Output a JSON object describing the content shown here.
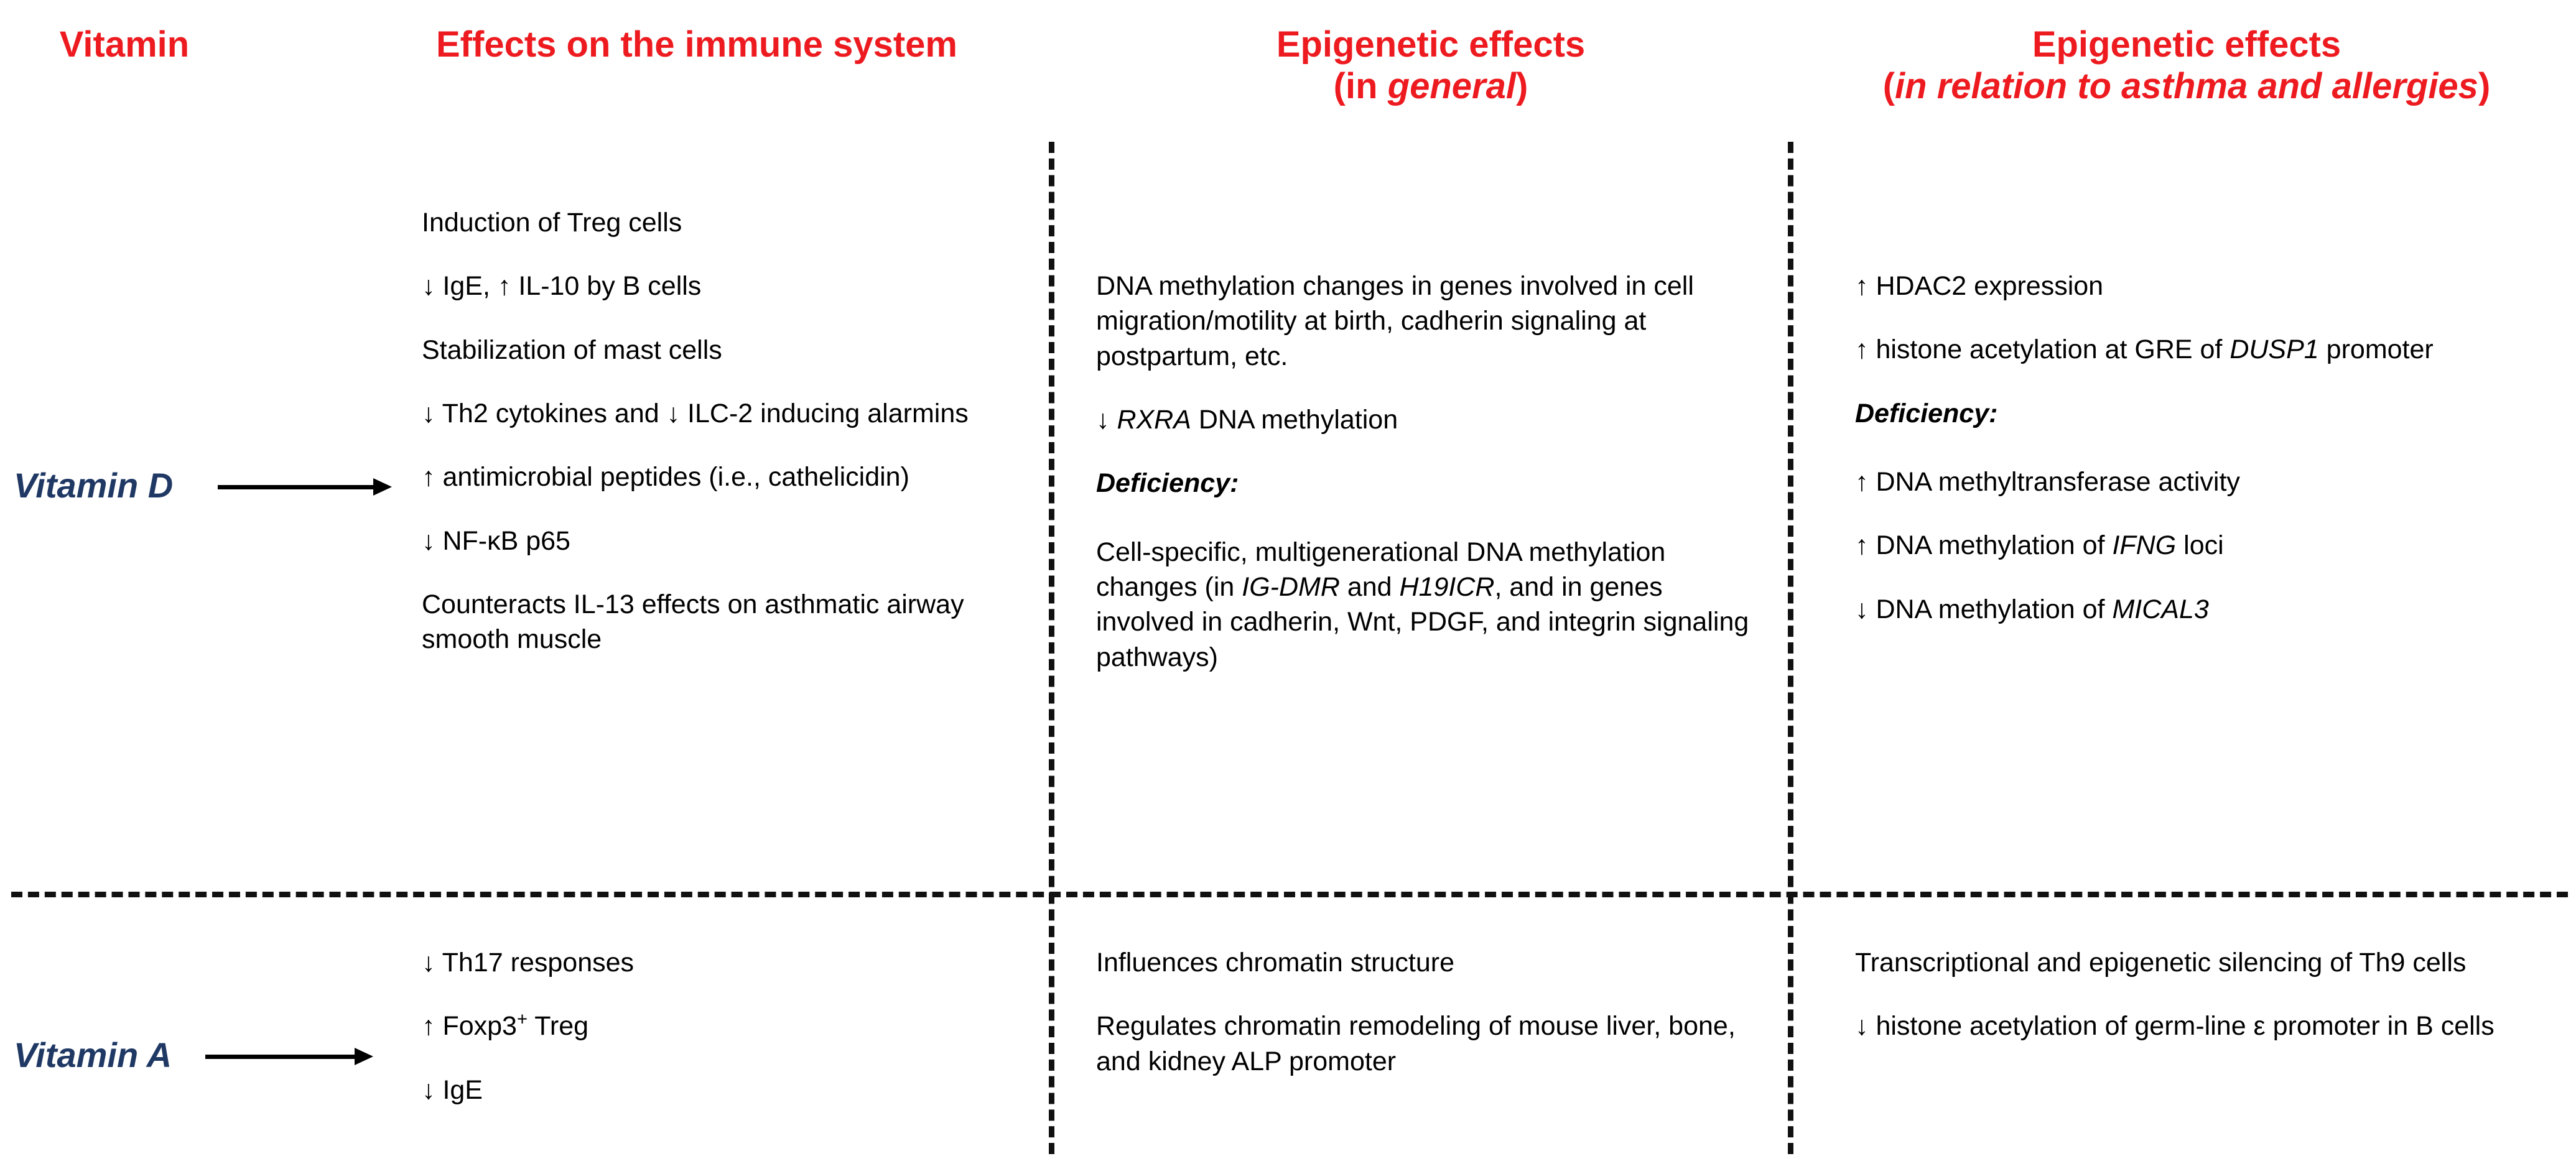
{
  "headers": {
    "col1": "Vitamin",
    "col2": "Effects on the immune system",
    "col3_line1": "Epigenetic effects",
    "col3_line2_pre": "(in ",
    "col3_line2_em": "general",
    "col3_line2_post": ")",
    "col4_line1": "Epigenetic effects",
    "col4_line2_pre": "(",
    "col4_line2_em": "in relation to asthma and allergies",
    "col4_line2_post": ")"
  },
  "colors": {
    "header_red": "#ED1B20",
    "vitamin_navy": "#1F3864",
    "divider_black": "#111111",
    "text_black": "#000000"
  },
  "rows": [
    {
      "vitamin": "Vitamin D",
      "arrow": "right-arrow",
      "immune_effects": [
        "Induction of Treg cells",
        "↓ IgE, ↑ IL-10 by B cells",
        "Stabilization of mast cells",
        "↓ Th2 cytokines and ↓ ILC-2 inducing alarmins",
        "↑ antimicrobial peptides (i.e., cathelicidin)",
        "↓ NF-κB p65",
        "Counteracts IL-13 effects on asthmatic airway smooth muscle"
      ],
      "epigenetic_general": {
        "items": [
          {
            "segments": [
              {
                "text": "DNA methylation changes in genes involved in cell migration/motility at birth, cadherin signaling at postpartum, etc.",
                "style": "normal"
              }
            ]
          },
          {
            "segments": [
              {
                "text": "↓ ",
                "style": "normal"
              },
              {
                "text": "RXRA",
                "style": "italic"
              },
              {
                "text": " DNA methylation",
                "style": "normal"
              }
            ]
          }
        ],
        "deficiency_label": "Deficiency:",
        "deficiency_items": [
          {
            "segments": [
              {
                "text": "Cell-specific, multigenerational DNA methylation changes (in ",
                "style": "normal"
              },
              {
                "text": "IG-DMR",
                "style": "italic"
              },
              {
                "text": " and ",
                "style": "normal"
              },
              {
                "text": "H19ICR",
                "style": "italic"
              },
              {
                "text": ", and in genes involved in cadherin, Wnt, PDGF, and integrin signaling pathways)",
                "style": "normal"
              }
            ]
          }
        ]
      },
      "epigenetic_asthma": {
        "items": [
          {
            "segments": [
              {
                "text": "↑ HDAC2 expression",
                "style": "normal"
              }
            ]
          },
          {
            "segments": [
              {
                "text": "↑ histone acetylation at GRE of ",
                "style": "normal"
              },
              {
                "text": "DUSP1",
                "style": "italic"
              },
              {
                "text": " promoter",
                "style": "normal"
              }
            ]
          }
        ],
        "deficiency_label": "Deficiency:",
        "deficiency_items": [
          {
            "segments": [
              {
                "text": "↑ DNA methyltransferase activity",
                "style": "normal"
              }
            ]
          },
          {
            "segments": [
              {
                "text": "↑ DNA methylation of ",
                "style": "normal"
              },
              {
                "text": "IFNG",
                "style": "italic"
              },
              {
                "text": " loci",
                "style": "normal"
              }
            ]
          },
          {
            "segments": [
              {
                "text": "↓ DNA methylation of ",
                "style": "normal"
              },
              {
                "text": "MICAL3",
                "style": "italic"
              }
            ]
          }
        ]
      }
    },
    {
      "vitamin": "Vitamin A",
      "arrow": "right-arrow",
      "immune_effects": [
        "↓ Th17 responses",
        "↑ Foxp3⁺ Treg",
        "↓ IgE"
      ],
      "epigenetic_general": {
        "items": [
          {
            "segments": [
              {
                "text": "Influences chromatin structure",
                "style": "normal"
              }
            ]
          },
          {
            "segments": [
              {
                "text": "Regulates chromatin remodeling of mouse liver, bone, and kidney ALP promoter",
                "style": "normal"
              }
            ]
          }
        ],
        "deficiency_label": null,
        "deficiency_items": []
      },
      "epigenetic_asthma": {
        "items": [
          {
            "segments": [
              {
                "text": "Transcriptional and epigenetic silencing of Th9 cells",
                "style": "normal"
              }
            ]
          },
          {
            "segments": [
              {
                "text": "↓ histone acetylation of germ-line ε promoter in B cells",
                "style": "normal"
              }
            ]
          }
        ],
        "deficiency_label": null,
        "deficiency_items": []
      }
    }
  ]
}
